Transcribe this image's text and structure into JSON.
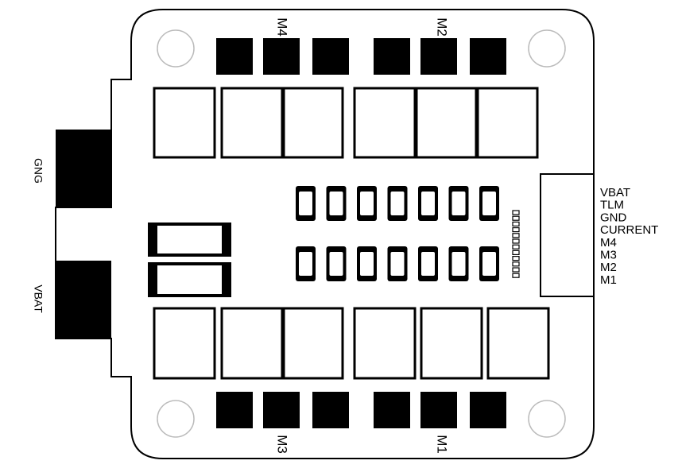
{
  "motor_labels": {
    "top_left": "M4",
    "top_right": "M2",
    "bottom_left": "M3",
    "bottom_right": "M1"
  },
  "side_labels": {
    "upper": "GNG",
    "lower": "VBAT"
  },
  "connector_pins": [
    "VBAT",
    "TLM",
    "GND",
    "CURRENT",
    "M4",
    "M3",
    "M2",
    "M1"
  ],
  "colors": {
    "outline": "#000000",
    "pad": "#000000",
    "background": "#ffffff",
    "mount_hole": "#bbbbbb"
  }
}
